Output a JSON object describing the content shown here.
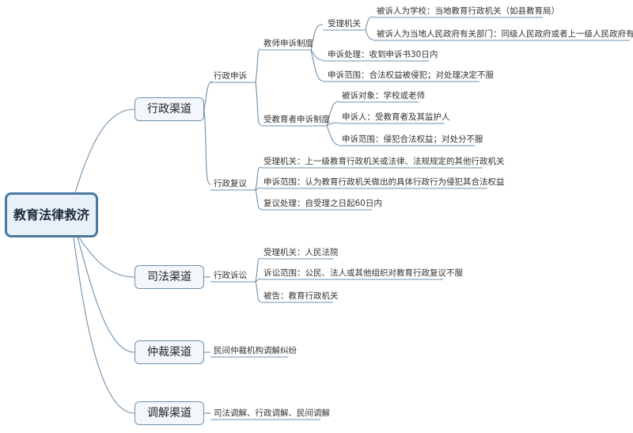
{
  "root": "教育法律救济",
  "channels": {
    "admin": "行政渠道",
    "judicial": "司法渠道",
    "arbitration": "仲裁渠道",
    "mediation": "调解渠道"
  },
  "admin": {
    "appeal": "行政申诉",
    "teacher_system": "教师申诉制度",
    "accept_org": "受理机关",
    "accept_school": "被诉人为学校：当地教育行政机关（如县教育局）",
    "accept_gov": "被诉人为当地人民政府有关部门：同级人民政府或者上一级人民政府有关部门",
    "teacher_handling": "申诉处理：收到申诉书30日内",
    "teacher_scope": "申诉范围：合法权益被侵犯；对处理决定不服",
    "student_system": "受教育者申诉制度",
    "student_respondent": "被诉对象：学校或老师",
    "student_appellant": "申诉人：受教育者及其监护人",
    "student_scope": "申诉范围：侵犯合法权益；对处分不服",
    "review": "行政复议",
    "review_org": "受理机关：上一级教育行政机关或法律、法规规定的其他行政机关",
    "review_scope": "申诉范围：认为教育行政机关做出的具体行政行为侵犯其合法权益",
    "review_handling": "复议处理：自受理之日起60日内"
  },
  "judicial": {
    "litigation": "行政诉讼",
    "org": "受理机关：人民法院",
    "plaintiff": "诉讼范围：公民、法人或其他组织对教育行政复议不服",
    "defendant": "被告：教育行政机关"
  },
  "arbitration": {
    "text": "民间仲裁机构调解纠纷"
  },
  "mediation": {
    "text": "司法调解、行政调解、民间调解"
  },
  "colors": {
    "line": "#6d90ad",
    "underline": "#7f9db5",
    "root_border": "#4a7aa0"
  }
}
